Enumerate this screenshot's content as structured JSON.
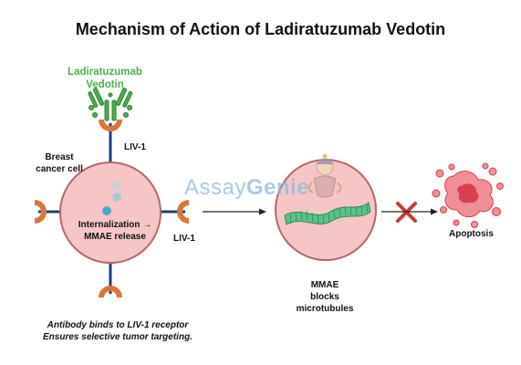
{
  "title": "Mechanism of Action of Ladiratuzumab Vedotin",
  "drug_label": [
    "Ladiratuzumab",
    "Vedotin"
  ],
  "cell_label": [
    "Breast",
    "cancer cell"
  ],
  "receptor_label_top": "LIV-1",
  "receptor_label_right": "LIV-1",
  "internalization_label": [
    "Internalization →",
    "MMAE release"
  ],
  "mmae_label": [
    "MMAE",
    "blocks",
    "microtubules"
  ],
  "apoptosis_label": "Apoptosis",
  "caption": [
    "Antibody binds to LIV-1 receptor",
    "Ensures selective tumor targeting."
  ],
  "watermark": {
    "part1": "Assay",
    "part2": "Genie"
  },
  "colors": {
    "antibody_green": "#4caf50",
    "cell_fill": "#f6c6c6",
    "cell_stroke": "#b06a6a",
    "receptor_orange": "#d9773a",
    "receptor_stem": "#1f3f7a",
    "microtubule": "#5cc08a",
    "block_cross": "#c83a3a",
    "apoptosis_fill": "#f08f98",
    "apoptosis_core": "#d9404f"
  }
}
